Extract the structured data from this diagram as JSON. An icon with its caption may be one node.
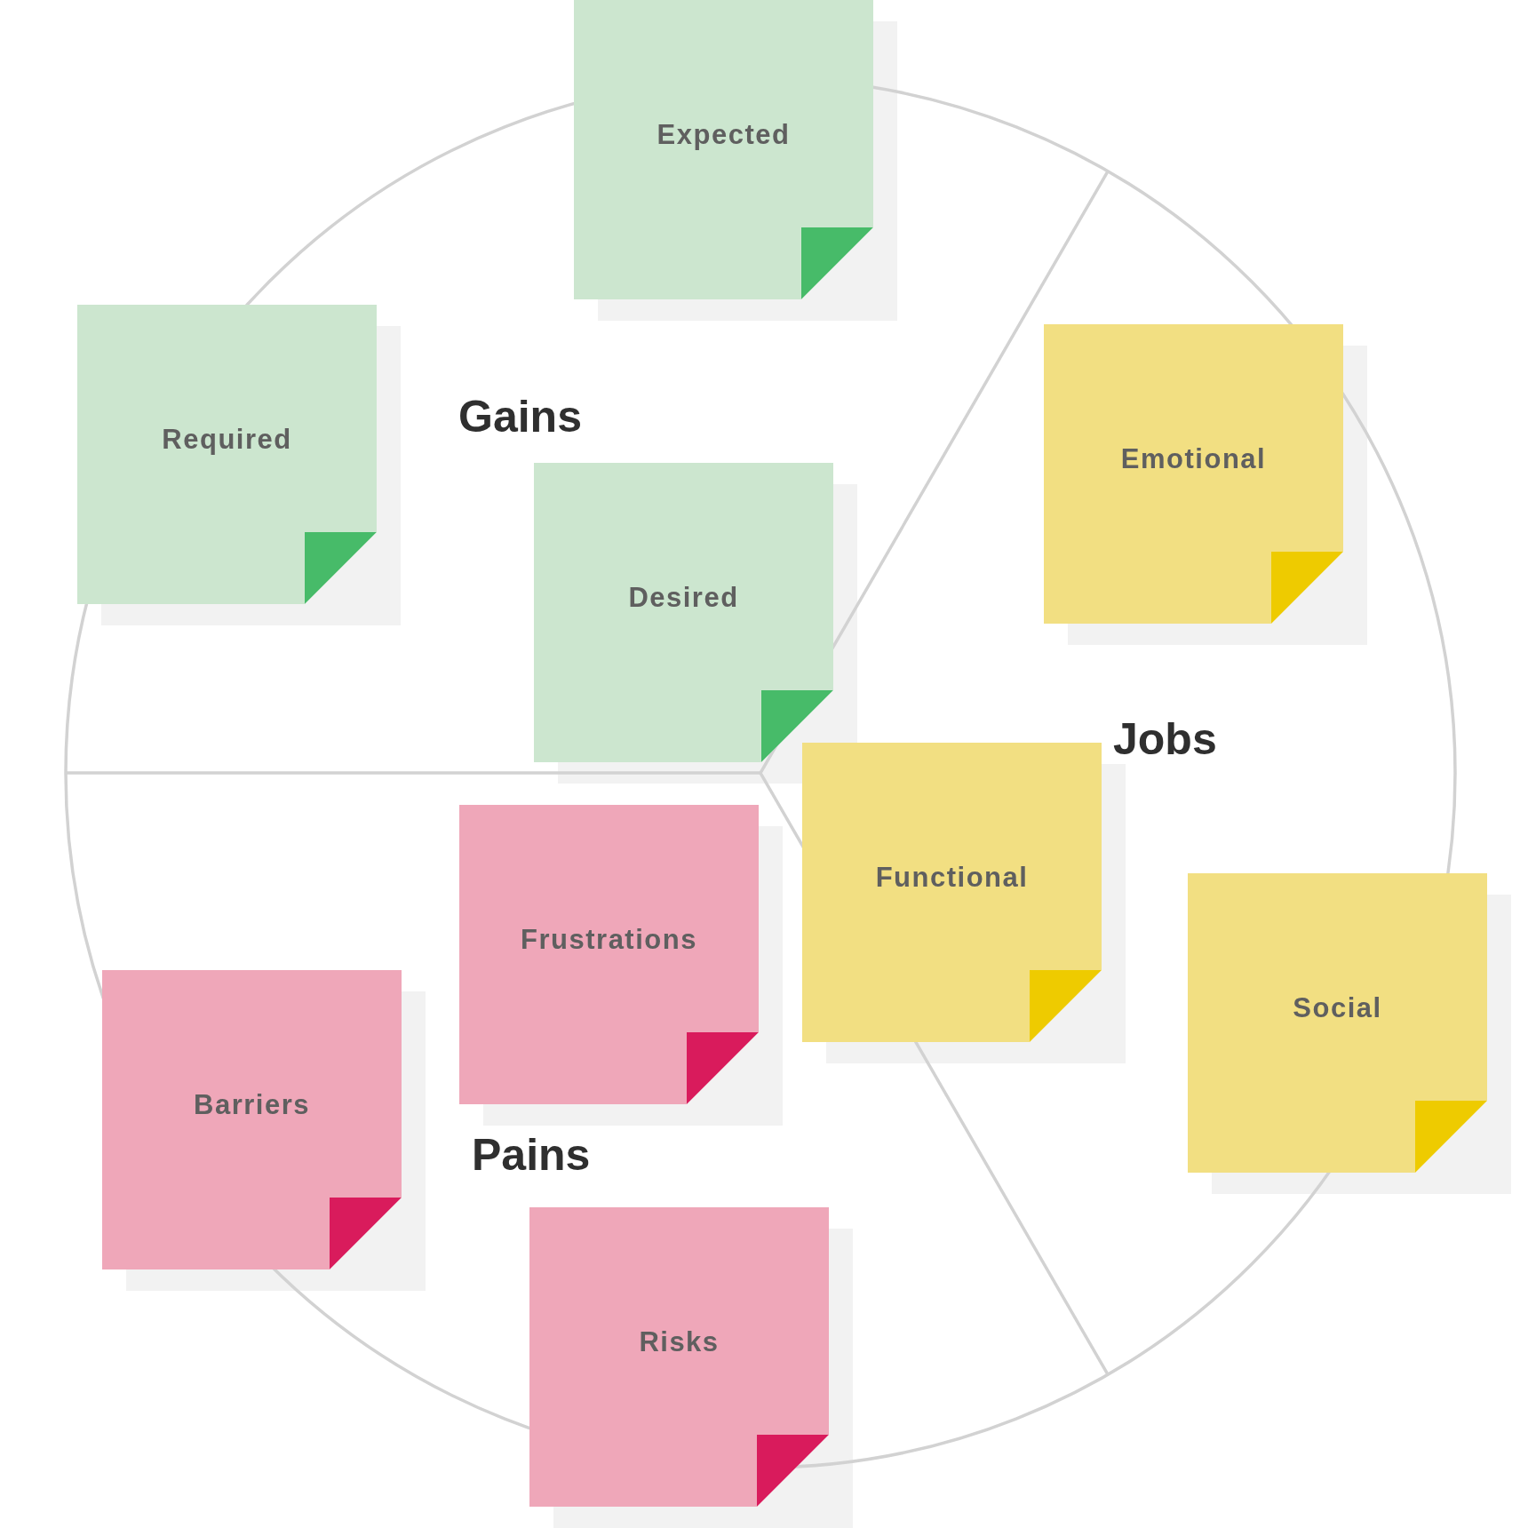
{
  "diagram": {
    "nodes": [
      {
        "text": [
          "Expected"
        ]
      },
      {
        "text": [
          "Required"
        ]
      },
      {
        "text": [
          "Emotional"
        ]
      },
      {
        "text": [
          "Desired"
        ]
      },
      {
        "text": [
          "Functional"
        ]
      },
      {
        "text": [
          "Frustrations"
        ]
      },
      {
        "text": [
          "Social"
        ]
      },
      {
        "text": [
          "Barriers"
        ]
      },
      {
        "text": [
          "Risks"
        ]
      }
    ],
    "labels": [
      "Gains",
      "Jobs",
      "Pains"
    ]
  }
}
